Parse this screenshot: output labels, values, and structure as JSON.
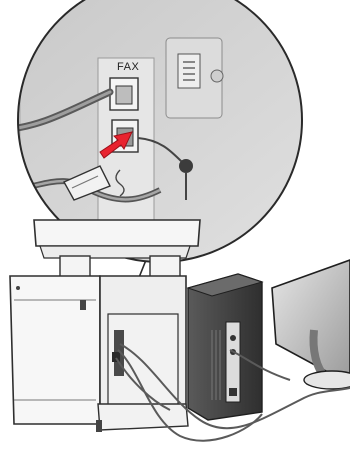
{
  "callout": {
    "port_label": "FAX"
  },
  "colors": {
    "arrow": "#e8232f",
    "device_body": "#f7f7f7",
    "outline": "#3a3a3a",
    "wall": "#d4d4d4",
    "dark_panel": "#4a4a4a"
  },
  "icons": {
    "callout": "magnifier-callout",
    "arrow": "insert-arrow",
    "printer": "printer-device",
    "computer": "computer-tower",
    "monitor": "lcd-monitor"
  }
}
